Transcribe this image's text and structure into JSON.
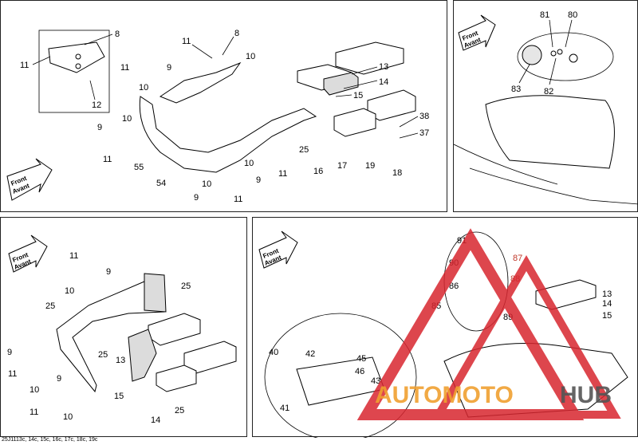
{
  "caption": "25J1113c, 14c, 15c, 16c, 17c, 18c, 19c",
  "front_arrow": {
    "line1": "Front",
    "line2": "Avant"
  },
  "panel1_labels": [
    "8",
    "11",
    "12",
    "11",
    "8",
    "10",
    "11",
    "9",
    "10",
    "13",
    "14",
    "15",
    "38",
    "37",
    "9",
    "10",
    "11",
    "55",
    "54",
    "25",
    "10",
    "11",
    "9",
    "16",
    "17",
    "19",
    "18",
    "10",
    "9",
    "11"
  ],
  "panel2_labels": [
    "81",
    "80",
    "83",
    "82"
  ],
  "panel3_labels": [
    "11",
    "9",
    "10",
    "25",
    "25",
    "9",
    "11",
    "10",
    "25",
    "9",
    "11",
    "10",
    "13",
    "15",
    "14",
    "25"
  ],
  "panel4_labels": [
    "91",
    "90",
    "87",
    "88",
    "86",
    "85",
    "89",
    "13",
    "14",
    "15",
    "40",
    "42",
    "45",
    "46",
    "43",
    "41"
  ],
  "watermark": {
    "part1": "AUTOMOTO",
    "part2": "HUB"
  },
  "colors": {
    "watermark_red": "#d8262f",
    "watermark_orange": "#f0a030",
    "line": "#000000"
  }
}
